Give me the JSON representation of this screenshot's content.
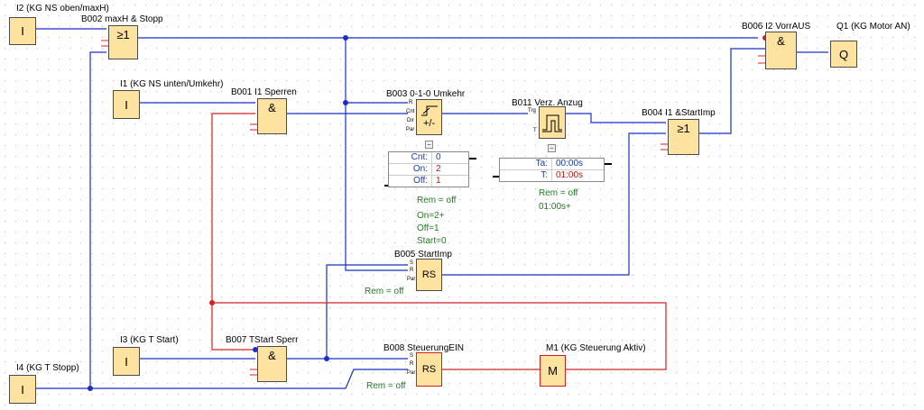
{
  "inputs": [
    {
      "id": "in_i2",
      "title": "I2 (KG NS oben/maxH)",
      "sym": "I"
    },
    {
      "id": "in_i1",
      "title": "I1 (KG NS unten/Umkehr)",
      "sym": "I"
    },
    {
      "id": "in_i3",
      "title": "I3 (KG T Start)",
      "sym": "I"
    },
    {
      "id": "in_i4",
      "title": "I4 (KG T Stopp)",
      "sym": "I"
    }
  ],
  "blocks": {
    "b002": {
      "title": "B002 maxH & Stopp",
      "sym": "≥1"
    },
    "b001": {
      "title": "B001 I1 Sperren",
      "sym": "&"
    },
    "b003": {
      "title": "B003 0-1-0 Umkehr",
      "sym": "+/-",
      "pins": [
        "R",
        "Cnt",
        "Dir",
        "Par"
      ]
    },
    "b011": {
      "title": "B011 Verz. Anzug",
      "pins": [
        "Trg",
        "T"
      ]
    },
    "b004": {
      "title": "B004 I1 &StartImp",
      "sym": "≥1"
    },
    "b005": {
      "title": "B005 StartImp",
      "sym": "RS",
      "pins": [
        "S",
        "R",
        "Par"
      ],
      "rem": "Rem = off"
    },
    "b006": {
      "title": "B006 I2 VorrAUS",
      "sym": "&"
    },
    "b007": {
      "title": "B007 TStart Sperr",
      "sym": "&"
    },
    "b008": {
      "title": "B008 SteuerungEIN",
      "sym": "RS",
      "pins": [
        "S",
        "R",
        "Par"
      ],
      "rem": "Rem = off"
    }
  },
  "outputs": {
    "q1": {
      "title": "Q1 (KG Motor AN)",
      "sym": "Q"
    },
    "m1": {
      "title": "M1 (KG Steuerung Aktiv)",
      "sym": "M"
    }
  },
  "b003_params": {
    "rows": [
      {
        "key": "Cnt:",
        "value": "0"
      },
      {
        "key": "On:",
        "value": "2"
      },
      {
        "key": "Off:",
        "value": "1"
      }
    ],
    "notes": [
      "Rem = off",
      "On=2+",
      "Off=1",
      "Start=0"
    ]
  },
  "b011_params": {
    "rows": [
      {
        "key": "Ta:",
        "value": "00:00s"
      },
      {
        "key": "T:",
        "value": "01:00s"
      }
    ],
    "notes": [
      "Rem = off",
      "01:00s+"
    ]
  },
  "colors": {
    "wire_blue": "#1a2ec8",
    "wire_red": "#d82020",
    "block_fill": "#fde2a0",
    "remark": "#1e7a1e",
    "grid_dot": "#b8b8b8"
  },
  "collapse_glyph": "−"
}
